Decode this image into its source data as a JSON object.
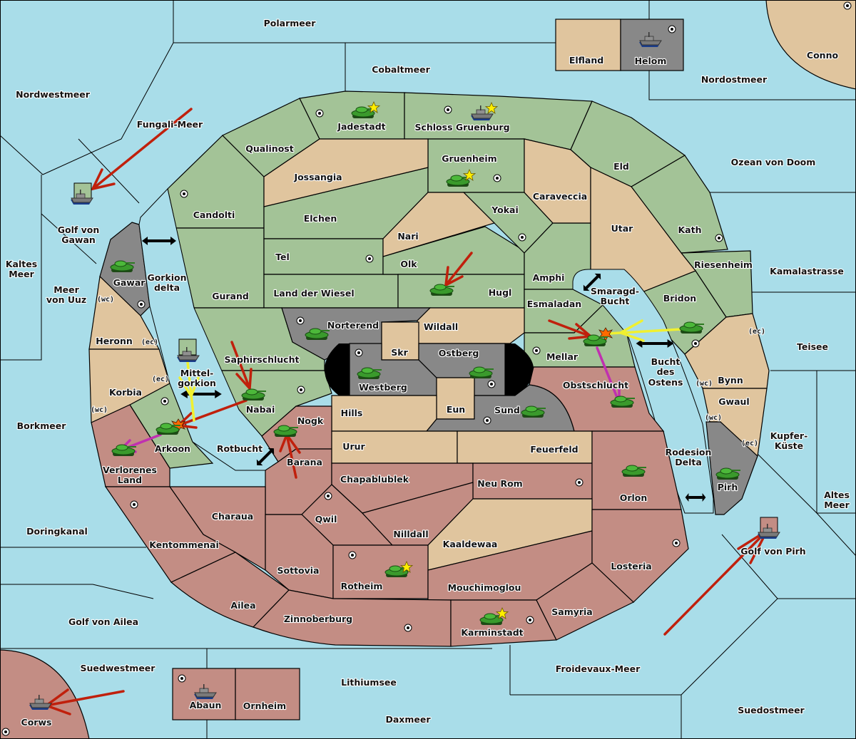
{
  "game": "Diplomacy-style map",
  "colors": {
    "sea": "#a9dde9",
    "neutral": "#e0c59e",
    "green_power": "#a3c397",
    "red_power": "#c38d84",
    "impassable": "#888888",
    "attack_arrow": "#c0200c",
    "support_arrow": "#f0f030",
    "retreat_arrow": "#c030b0"
  },
  "seas": [
    {
      "name": "Polarmeer"
    },
    {
      "name": "Cobaltmeer"
    },
    {
      "name": "Nordwestmeer"
    },
    {
      "name": "Fungali-Meer"
    },
    {
      "name": "Nordostmeer"
    },
    {
      "name": "Ozean von Doom"
    },
    {
      "name": "Golf von Gawan"
    },
    {
      "name": "Kaltes Meer"
    },
    {
      "name": "Meer von Uuz"
    },
    {
      "name": "Gorkion delta"
    },
    {
      "name": "Mittel-gorkion"
    },
    {
      "name": "Borkmeer"
    },
    {
      "name": "Rotbucht"
    },
    {
      "name": "Doringkanal"
    },
    {
      "name": "Golf von Ailea"
    },
    {
      "name": "Suedwestmeer"
    },
    {
      "name": "Lithiumsee"
    },
    {
      "name": "Daxmeer"
    },
    {
      "name": "Froidevaux-Meer"
    },
    {
      "name": "Suedostmeer"
    },
    {
      "name": "Golf von Pirh"
    },
    {
      "name": "Altes Meer"
    },
    {
      "name": "Kupfer-Küste"
    },
    {
      "name": "Teisee"
    },
    {
      "name": "Kamalastrasse"
    },
    {
      "name": "Smaragd-Bucht"
    },
    {
      "name": "Bucht des Ostens"
    },
    {
      "name": "Rodesion Delta"
    }
  ],
  "labels": {
    "Polarmeer": "Polarmeer",
    "Cobaltmeer": "Cobaltmeer",
    "Nordwestmeer": "Nordwestmeer",
    "Fungali": "Fungali-Meer",
    "Nordostmeer": "Nordostmeer",
    "Ozean": "Ozean von Doom",
    "GolfGawan1": "Golf von",
    "GolfGawan2": "Gawan",
    "Kaltes1": "Kaltes",
    "Kaltes2": "Meer",
    "Uuz1": "Meer",
    "Uuz2": "von Uuz",
    "Gorkion1": "Gorkion",
    "Gorkion2": "delta",
    "Mittel1": "Mittel-",
    "Mittel2": "gorkion",
    "Borkmeer": "Borkmeer",
    "Rotbucht": "Rotbucht",
    "Doringkanal": "Doringkanal",
    "GolfAilea": "Golf von Ailea",
    "Suedwestmeer": "Suedwestmeer",
    "Lithiumsee": "Lithiumsee",
    "Daxmeer": "Daxmeer",
    "Froidevaux": "Froidevaux-Meer",
    "Suedostmeer": "Suedostmeer",
    "GolfPirh": "Golf von Pirh",
    "Altes1": "Altes",
    "Altes2": "Meer",
    "Kupfer1": "Kupfer-",
    "Kupfer2": "Küste",
    "Teisee": "Teisee",
    "Kamalastrasse": "Kamalastrasse",
    "Smaragd1": "Smaragd-",
    "Smaragd2": "Bucht",
    "Bucht1": "Bucht",
    "Bucht2": "des",
    "Bucht3": "Ostens",
    "Rodesion1": "Rodesion",
    "Rodesion2": "Delta",
    "Elfland": "Elfland",
    "Helom": "Helom",
    "Conno": "Conno",
    "Jadestadt": "Jadestadt",
    "Schloss": "Schloss Gruenburg",
    "Qualinost": "Qualinost",
    "Jossangia": "Jossangia",
    "Gruenheim": "Gruenheim",
    "Caraveccia": "Caraveccia",
    "Eld": "Eld",
    "Candolti": "Candolti",
    "Elchen": "Elchen",
    "Yokai": "Yokai",
    "Nari": "Nari",
    "Utar": "Utar",
    "Kath": "Kath",
    "Tel": "Tel",
    "Olk": "Olk",
    "Amphi": "Amphi",
    "Riesenheim": "Riesenheim",
    "Gawar": "Gawar",
    "Gurand": "Gurand",
    "LandWiesel": "Land der Wiesel",
    "Hugl": "Hugl",
    "Esmaladan": "Esmaladan",
    "Bridon": "Bridon",
    "Heronn": "Heronn",
    "Norterend": "Norterend",
    "Wildall": "Wildall",
    "Skr": "Skr",
    "Ostberg": "Ostberg",
    "Westberg": "Westberg",
    "Mellar": "Mellar",
    "Saphir": "Saphirschlucht",
    "Korbia": "Korbia",
    "Nabai": "Nabai",
    "Hills": "Hills",
    "Eun": "Eun",
    "Sund": "Sund",
    "Obst": "Obstschlucht",
    "Bynn": "Bynn",
    "Gwaul": "Gwaul",
    "Nogk": "Nogk",
    "Arkoon": "Arkoon",
    "Verl1": "Verlorenes",
    "Verl2": "Land",
    "Urur": "Urur",
    "Feuerfeld": "Feuerfeld",
    "Barana": "Barana",
    "Chapa": "Chapablublek",
    "NeuRom": "Neu Rom",
    "Orlon": "Orlon",
    "Pirh": "Pirh",
    "Qwil": "Qwil",
    "Nilldall": "Nilldall",
    "Charaua": "Charaua",
    "Kentom": "Kentommenai",
    "Kaaldewaa": "Kaaldewaa",
    "Losteria": "Losteria",
    "Sottovia": "Sottovia",
    "Rotheim": "Rotheim",
    "Mouchi": "Mouchimoglou",
    "Ailea": "Ailea",
    "Zinnoberburg": "Zinnoberburg",
    "Samyria": "Samyria",
    "Karminstadt": "Karminstadt",
    "Abaun": "Abaun",
    "Ornheim": "Ornheim",
    "Corws": "Corws",
    "wc": "(wc)",
    "ec": "(ec)"
  },
  "units": [
    {
      "type": "army",
      "territory": "Jadestadt",
      "owner": "green",
      "capital": true
    },
    {
      "type": "fleet",
      "territory": "Schloss Gruenburg",
      "owner": "green",
      "capital": true
    },
    {
      "type": "army",
      "territory": "Gruenheim",
      "owner": "green",
      "capital": true
    },
    {
      "type": "fleet",
      "territory": "Helom",
      "owner": "neutral"
    },
    {
      "type": "fleet",
      "territory": "Golf von Gawan",
      "owner": "green"
    },
    {
      "type": "army",
      "territory": "Gawar",
      "owner": "green"
    },
    {
      "type": "army",
      "territory": "Hugl",
      "owner": "green"
    },
    {
      "type": "army",
      "territory": "Norterend",
      "owner": "green"
    },
    {
      "type": "army",
      "territory": "Westberg",
      "owner": "green"
    },
    {
      "type": "army",
      "territory": "Ostberg",
      "owner": "green"
    },
    {
      "type": "army",
      "territory": "Sund",
      "owner": "green"
    },
    {
      "type": "army",
      "territory": "Mellar",
      "owner": "green",
      "dislodged": true
    },
    {
      "type": "army",
      "territory": "Bridon",
      "owner": "green"
    },
    {
      "type": "army",
      "territory": "Obstschlucht",
      "owner": "green"
    },
    {
      "type": "fleet",
      "territory": "Mittel-gorkion",
      "owner": "green"
    },
    {
      "type": "army",
      "territory": "Nabai",
      "owner": "green"
    },
    {
      "type": "army",
      "territory": "Arkoon",
      "owner": "green",
      "dislodged": true
    },
    {
      "type": "army",
      "territory": "Verlorenes Land",
      "owner": "green"
    },
    {
      "type": "army",
      "territory": "Nogk",
      "owner": "green"
    },
    {
      "type": "army",
      "territory": "Orlon",
      "owner": "green"
    },
    {
      "type": "army",
      "territory": "Pirh",
      "owner": "green"
    },
    {
      "type": "army",
      "territory": "Rotheim",
      "owner": "green",
      "capital": true
    },
    {
      "type": "army",
      "territory": "Karminstadt",
      "owner": "green",
      "capital": true
    },
    {
      "type": "fleet",
      "territory": "Golf von Pirh",
      "owner": "red"
    },
    {
      "type": "fleet",
      "territory": "Abaun",
      "owner": "red"
    },
    {
      "type": "fleet",
      "territory": "Corws",
      "owner": "red"
    }
  ],
  "orders": [
    {
      "kind": "move",
      "from": "Fungali-Meer",
      "to": "Golf von Gawan"
    },
    {
      "kind": "move",
      "from": "Olk",
      "to": "Hugl"
    },
    {
      "kind": "move",
      "from": "Esmaladan",
      "to": "Mellar"
    },
    {
      "kind": "support",
      "from": "Bridon",
      "to": "Mellar"
    },
    {
      "kind": "retreat",
      "from": "Mellar",
      "to": "Obstschlucht"
    },
    {
      "kind": "move",
      "from": "Saphirschlucht",
      "to": "Nabai"
    },
    {
      "kind": "move",
      "from": "Nabai",
      "to": "Arkoon"
    },
    {
      "kind": "support",
      "from": "Mittel-gorkion",
      "to": "Arkoon"
    },
    {
      "kind": "retreat",
      "from": "Arkoon",
      "to": "Verlorenes Land"
    },
    {
      "kind": "move",
      "from": "Barana",
      "to": "Nogk"
    },
    {
      "kind": "move",
      "from": "Suedwestmeer",
      "to": "Corws"
    },
    {
      "kind": "move",
      "from": "Froidevaux-Meer",
      "to": "Golf von Pirh"
    }
  ]
}
